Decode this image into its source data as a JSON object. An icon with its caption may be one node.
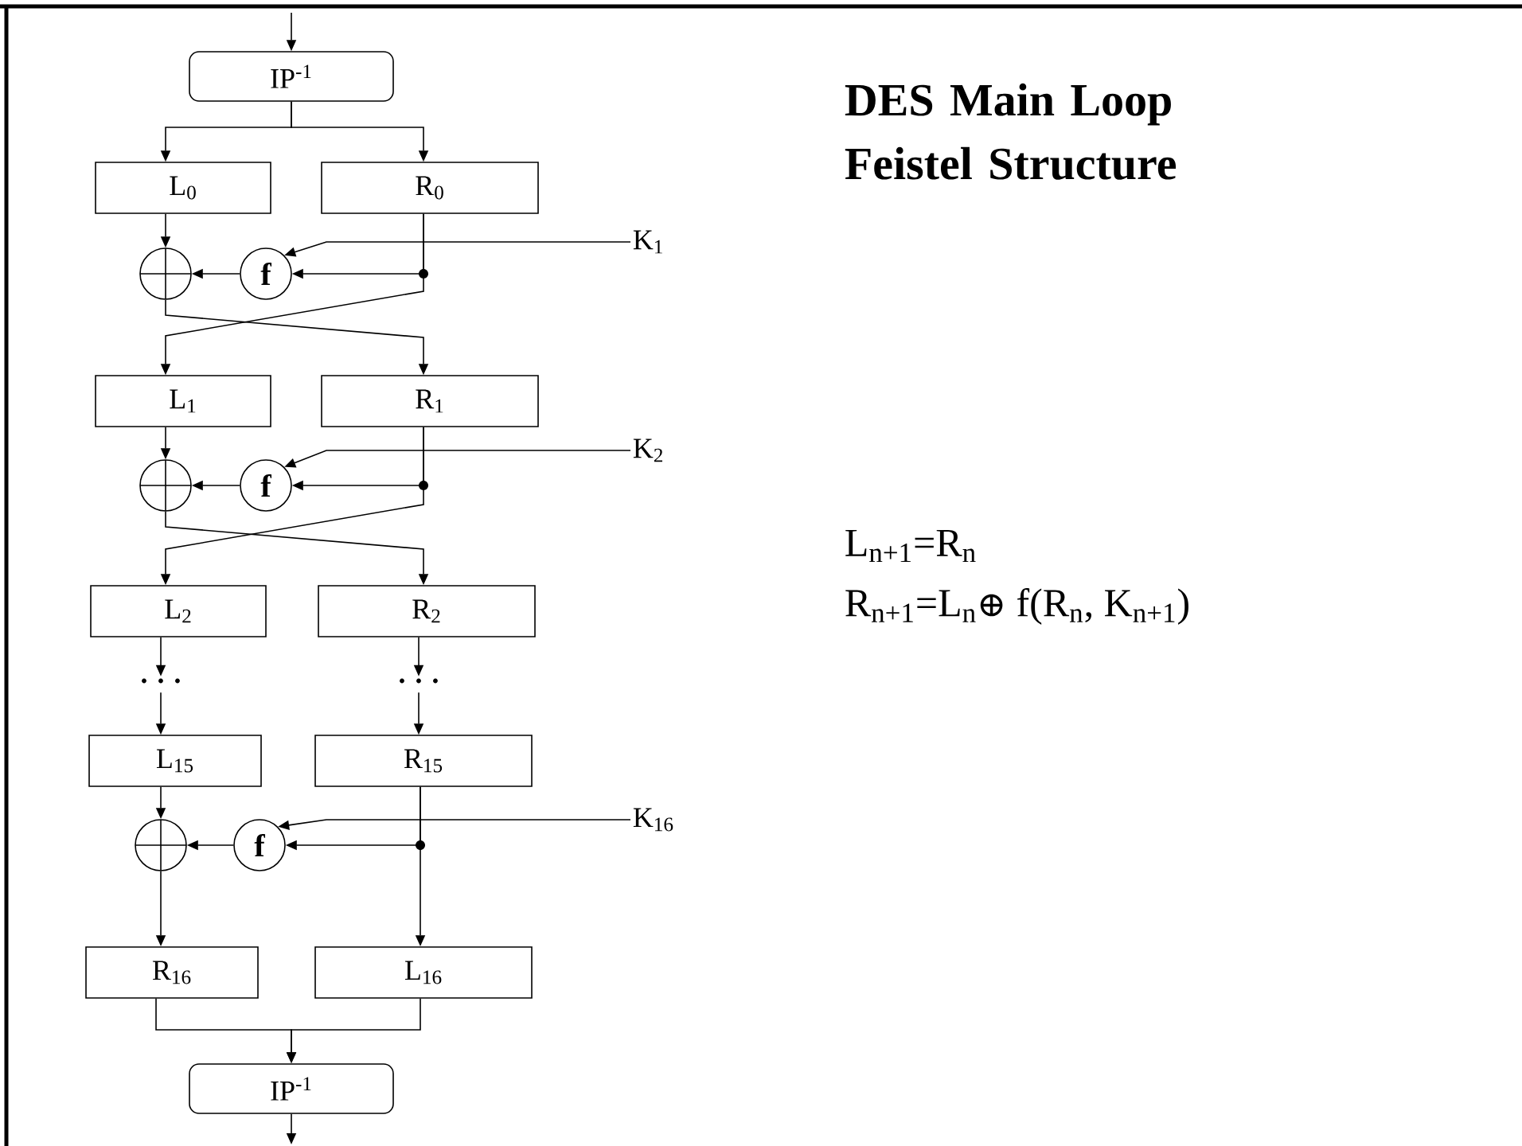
{
  "diagram": {
    "title": "DES Main Loop Feistel Structure",
    "nodes": [
      {
        "text": [
          "IP$^{-1}$"
        ]
      },
      {
        "text": [
          "L$_{0}$"
        ]
      },
      {
        "text": [
          "R$_{0}$"
        ]
      },
      {
        "text": [],
        "shape": "circle"
      },
      {
        "text": [
          "f"
        ]
      },
      {
        "text": [
          "K$_{1}$"
        ]
      },
      {
        "text": [
          "L$_{1}$"
        ]
      },
      {
        "text": [
          "R$_{1}$"
        ]
      },
      {
        "text": [],
        "shape": "circle"
      },
      {
        "text": [
          "f"
        ]
      },
      {
        "text": [
          "K$_{2}$"
        ]
      },
      {
        "text": [
          "L$_{2}$"
        ]
      },
      {
        "text": [
          "R$_{2}$"
        ]
      },
      {
        "text": [
          "· · ·"
        ]
      },
      {
        "text": [
          "· · ·"
        ]
      },
      {
        "text": [
          "L$_{15}$"
        ]
      },
      {
        "text": [
          "R$_{15}$"
        ]
      },
      {
        "text": [],
        "shape": "circle"
      },
      {
        "text": [
          "f"
        ]
      },
      {
        "text": [
          "K$_{16}$"
        ]
      },
      {
        "text": [
          "R$_{16}$"
        ]
      },
      {
        "text": [
          "L$_{16}$"
        ]
      },
      {
        "text": [
          "IP$^{-1}$"
        ]
      }
    ],
    "edges": [
      {
        "from": null,
        "to": 0,
        "arrow": "to"
      },
      {
        "from": 0,
        "to": 1,
        "arrow": "to"
      },
      {
        "from": 0,
        "to": 2,
        "arrow": "to"
      },
      {
        "from": 1,
        "to": 3,
        "arrow": "to"
      },
      {
        "from": 2,
        "to": 4,
        "arrow": "to"
      },
      {
        "from": 4,
        "to": 3,
        "arrow": "to"
      },
      {
        "from": 5,
        "to": 4,
        "arrow": "to"
      },
      {
        "from": 3,
        "to": 7,
        "arrow": "to"
      },
      {
        "from": 2,
        "to": 6,
        "arrow": "to"
      },
      {
        "from": 6,
        "to": 8,
        "arrow": "to"
      },
      {
        "from": 7,
        "to": 9,
        "arrow": "to"
      },
      {
        "from": 9,
        "to": 8,
        "arrow": "to"
      },
      {
        "from": 10,
        "to": 9,
        "arrow": "to"
      },
      {
        "from": 8,
        "to": 12,
        "arrow": "to"
      },
      {
        "from": 7,
        "to": 11,
        "arrow": "to"
      },
      {
        "from": 11,
        "to": 13,
        "arrow": "to"
      },
      {
        "from": 13,
        "to": 15,
        "arrow": "to"
      },
      {
        "from": 12,
        "to": 14,
        "arrow": "to"
      },
      {
        "from": 14,
        "to": 16,
        "arrow": "to"
      },
      {
        "from": 15,
        "to": 17,
        "arrow": "to"
      },
      {
        "from": 16,
        "to": 18,
        "arrow": "to"
      },
      {
        "from": 18,
        "to": 17,
        "arrow": "to"
      },
      {
        "from": 19,
        "to": 18,
        "arrow": "to"
      },
      {
        "from": 17,
        "to": 20,
        "arrow": "to"
      },
      {
        "from": 16,
        "to": 21,
        "arrow": "to"
      },
      {
        "from": 20,
        "to": 22,
        "arrow": "to"
      },
      {
        "from": 21,
        "to": 22,
        "arrow": "to"
      },
      {
        "from": 22,
        "to": null,
        "arrow": "to"
      }
    ],
    "labels": [
      "L$_{n+1}$=R$_{n}$",
      "R$_{n+1}$=L$_{n}$⊕ f(R$_{n}$, K$_{n+1}$)"
    ]
  }
}
